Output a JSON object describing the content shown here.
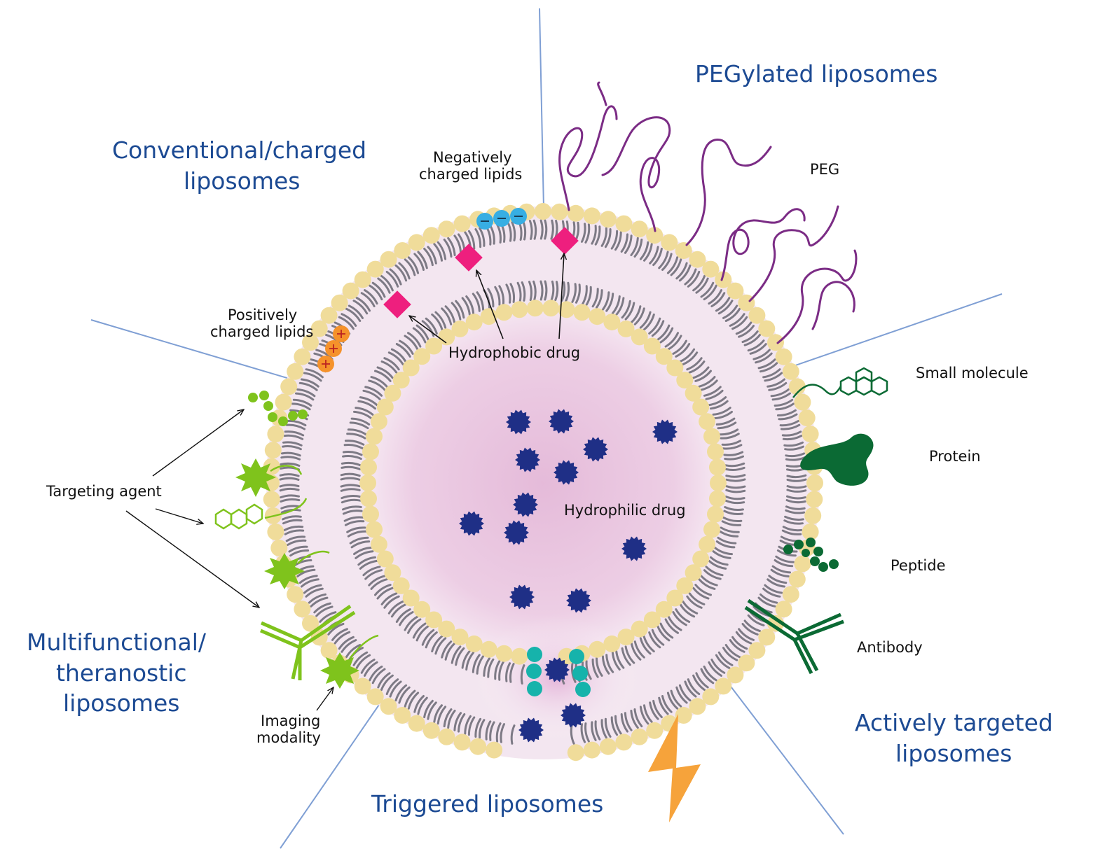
{
  "section_titles": {
    "pegylated": "PEGylated liposomes",
    "conventional": [
      "Conventional/charged",
      "liposomes"
    ],
    "multifunctional": [
      "Multifunctional/",
      "theranostic",
      "liposomes"
    ],
    "triggered": "Triggered liposomes",
    "actively_targeted": [
      "Actively targeted",
      "liposomes"
    ]
  },
  "labels": {
    "negatively_charged": [
      "Negatively",
      "charged lipids"
    ],
    "positively_charged": [
      "Positively",
      "charged lipids"
    ],
    "hydrophobic_drug": "Hydrophobic drug",
    "hydrophilic_drug": "Hydrophilic drug",
    "peg": "PEG",
    "small_molecule": "Small molecule",
    "protein": "Protein",
    "peptide": "Peptide",
    "antibody": "Antibody",
    "targeting_agent": "Targeting agent",
    "imaging_modality": [
      "Imaging",
      "modality"
    ]
  },
  "colors": {
    "title_blue": "#1c4a93",
    "lipid_head": "#f0dc9a",
    "lipid_tail": "#7d7a85",
    "core_pink": "#e8c2df",
    "drug_navy": "#1f2f86",
    "hydrophobic_pink": "#ee1f7e",
    "peg_purple": "#7b2c85",
    "negative_blue": "#37aee3",
    "positive_orange": "#f5922b",
    "dark_green": "#0b6a34",
    "light_green": "#7fc31c",
    "teal_channel": "#16b3ab",
    "lightning_orange": "#f6a33b",
    "divider_blue": "#7f9fd4"
  },
  "icons": [
    "lightning-bolt-icon",
    "antibody-icon",
    "protein-icon",
    "peptide-chain-icon",
    "small-molecule-icon",
    "imaging-star-icon"
  ]
}
